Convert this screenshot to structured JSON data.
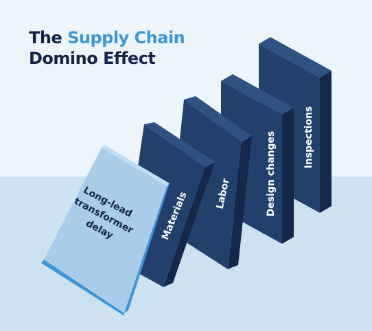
{
  "title": {
    "prefix": "The ",
    "highlight": "Supply Chain",
    "line2": "Domino Effect"
  },
  "dominoes": [
    {
      "label_lines": [
        "Long-lead",
        "transformer",
        "delay"
      ]
    },
    {
      "label": "Materials"
    },
    {
      "label": "Labor"
    },
    {
      "label": "Design changes"
    },
    {
      "label": "Inspections"
    }
  ],
  "colors": {
    "background_top": "#eef5fa",
    "background_bottom": "#cde1ef",
    "title_dark": "#14234a",
    "title_accent": "#3b96d9",
    "domino_front": "#233f6b",
    "domino_top": "#2f5283",
    "domino_side": "#15274a",
    "first_domino_front": "#a9cde9",
    "first_domino_top": "#c2dcf1",
    "first_domino_side": "#3b96d9",
    "label_white": "#ffffff"
  }
}
